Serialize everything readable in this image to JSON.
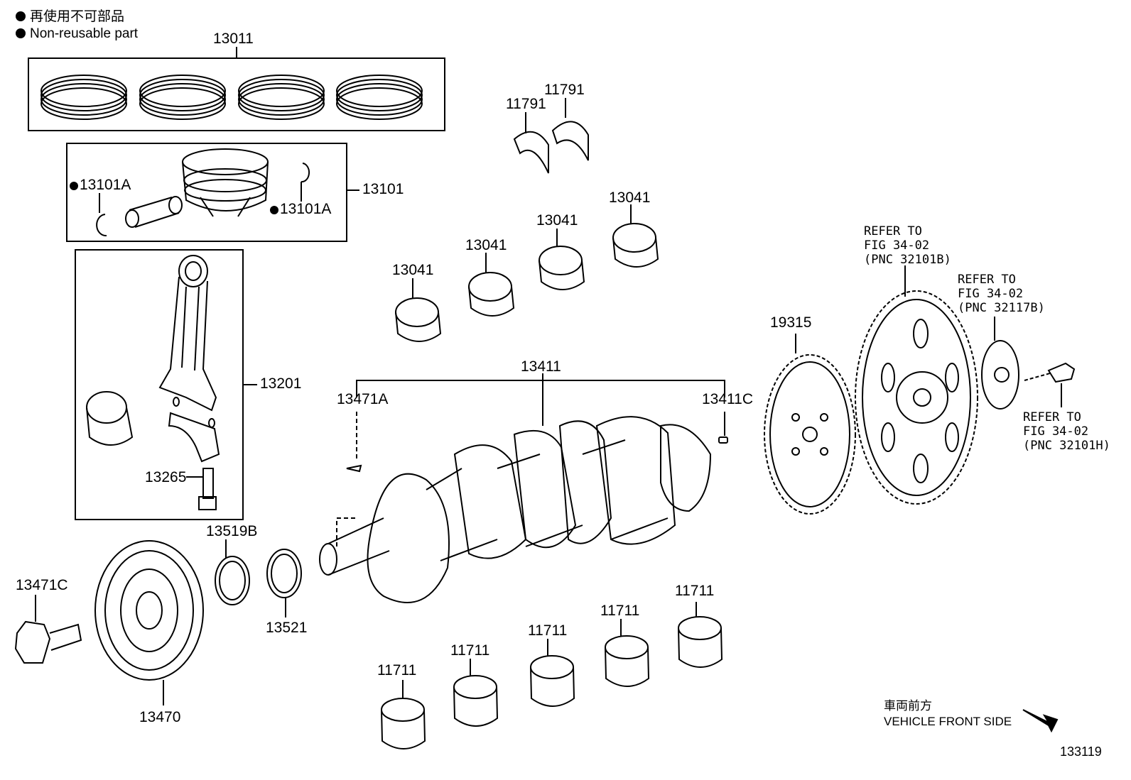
{
  "legend": {
    "line_jp": "再使用不可部品",
    "line_en": "Non-reusable part"
  },
  "parts": {
    "p13011": "13011",
    "p13101": "13101",
    "p13101A_left": "13101A",
    "p13101A_right": "13101A",
    "p13201": "13201",
    "p13265": "13265",
    "p11791_a": "11791",
    "p11791_b": "11791",
    "p13041_1": "13041",
    "p13041_2": "13041",
    "p13041_3": "13041",
    "p13041_4": "13041",
    "p13411": "13411",
    "p13471A": "13471A",
    "p13411C": "13411C",
    "p19315": "19315",
    "p13519B": "13519B",
    "p13521": "13521",
    "p13471C": "13471C",
    "p13470": "13470",
    "p11711_1": "11711",
    "p11711_2": "11711",
    "p11711_3": "11711",
    "p11711_4": "11711",
    "p11711_5": "11711"
  },
  "references": {
    "ref1": "REFER TO\nFIG 34-02\n(PNC 32101B)",
    "ref2": "REFER TO\nFIG 34-02\n(PNC 32117B)",
    "ref3": "REFER TO\nFIG 34-02\n(PNC 32101H)"
  },
  "direction": {
    "jp": "車両前方",
    "en": "VEHICLE FRONT SIDE"
  },
  "figure_number": "133119"
}
